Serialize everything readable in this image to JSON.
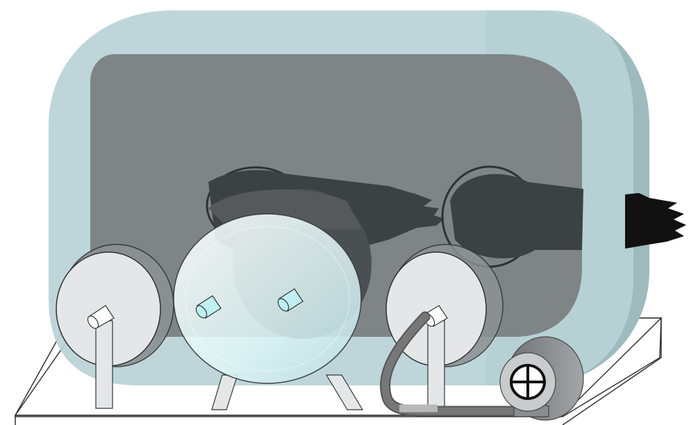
{
  "diagram": {
    "subject": "glovebox-apparatus",
    "labels": []
  },
  "colors": {
    "background": "#ffffff",
    "enclosure_outer": "#b9d3d6",
    "enclosure_side": "#9dbbbf",
    "enclosure_inner": "#7f8487",
    "glove_dark": "#3c4144",
    "glove_black": "#111111",
    "port_flange_light": "#e4e6e7",
    "port_flange_dark": "#8c9194",
    "airlock_face": "#dff6f6",
    "airlock_body": "#4a4f52",
    "nozzle_cyan": "#bff0f2",
    "table_fill": "#ffffff",
    "table_stroke": "#333333",
    "hose": "#777777",
    "hose_light": "#b8b8b8",
    "blower_body": "#8a8d8f",
    "blower_face": "#c9cbcc"
  },
  "components": [
    "enclosure",
    "viewing-window",
    "glove-left",
    "glove-right",
    "glove-external",
    "glove-port-left",
    "airlock-chamber",
    "glove-port-right",
    "support-table",
    "vacuum-hose",
    "blower-pump"
  ]
}
